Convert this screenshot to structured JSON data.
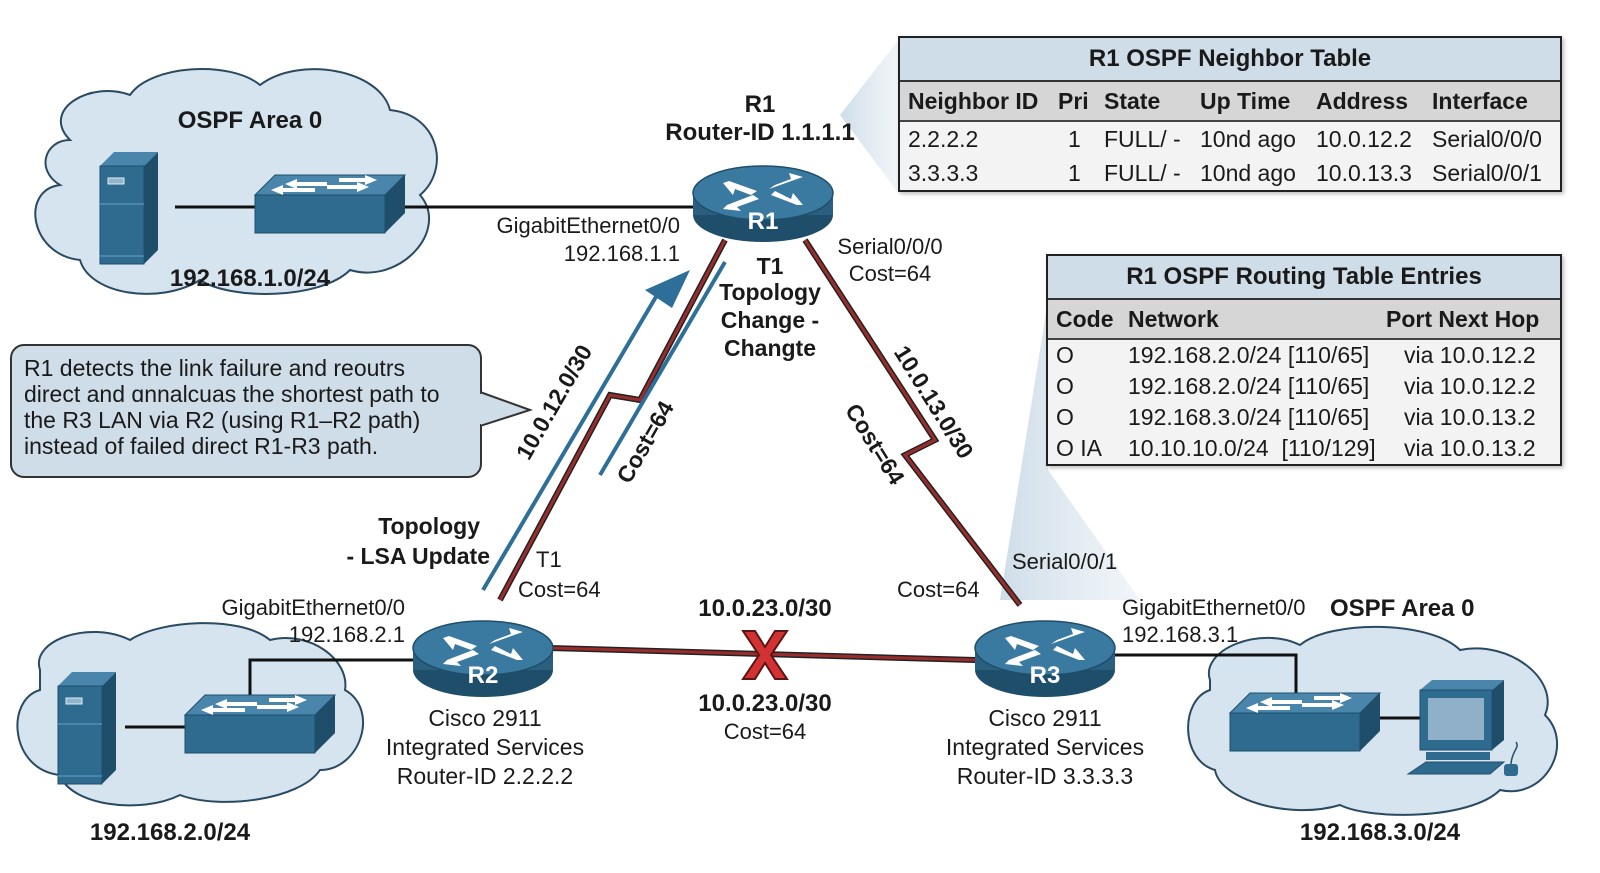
{
  "colors": {
    "device_blue": "#2e6b8f",
    "device_dark": "#1f4e6b",
    "cloud_fill": "#d5e4ee",
    "link_red": "#8b2a2a",
    "lsa_blue": "#2e6f9a",
    "fail_x": "#d33232",
    "table_title_bg": "#cfdde8",
    "table_header_bg": "#d6d6d6"
  },
  "routers": {
    "r1": {
      "icon_label": "R1",
      "name": "R1",
      "router_id": "Router-ID 1.1.1.1"
    },
    "r2": {
      "icon_label": "R2",
      "model": "Cisco 2911",
      "type": "Integrated Services",
      "router_id": "Router-ID 2.2.2.2"
    },
    "r3": {
      "icon_label": "R3",
      "model": "Cisco 2911",
      "type": "Integrated Services",
      "router_id": "Router-ID 3.3.3.3"
    }
  },
  "lans": {
    "lan1": {
      "area": "OSPF Area 0",
      "network": "192.168.1.0/24",
      "interface": "GigabitEthernet0/0",
      "ip": "192.168.1.1"
    },
    "lan2": {
      "network": "192.168.2.0/24",
      "interface": "GigabitEthernet0/0",
      "ip": "192.168.2.1"
    },
    "lan3": {
      "area": "OSPF Area 0",
      "network": "192.168.3.0/24",
      "interface": "GigabitEthernet0/0",
      "ip": "192.168.3.1"
    }
  },
  "links": {
    "r1_r2": {
      "network": "10.0.12.0/30",
      "cost": "Cost=64",
      "r2_side_t1": "T1",
      "r2_side_cost": "Cost=64"
    },
    "r1_r3": {
      "network": "10.0.13.0/30",
      "cost": "Cost=64",
      "r1_interface": "Serial0/0/0",
      "r1_cost": "Cost=64",
      "r3_interface": "Serial0/0/1",
      "r3_cost": "Cost=64"
    },
    "r2_r3": {
      "network_top": "10.0.23.0/30",
      "network_bottom": "10.0.23.0/30",
      "cost": "Cost=64",
      "status": "failed"
    }
  },
  "annotations": {
    "topology_change": [
      "T1",
      "Topology",
      "Change -",
      "Changte"
    ],
    "lsa_update": [
      "Topology",
      "- LSA Update"
    ],
    "callout": [
      "R1 detects the link failure and reoutrs",
      "direct and ɑnnalcuas the shortest path to",
      "the R3 LAN via R2 (using R1–R2 path)",
      "instead of failed direct R1-R3 path."
    ]
  },
  "neighbor_table": {
    "title": "R1 OSPF Neighbor Table",
    "columns": [
      "Neighbor ID",
      "Pri",
      "State",
      "Up Time",
      "Address",
      "Interface"
    ],
    "rows": [
      [
        "2.2.2.2",
        "1",
        "FULL/ -",
        "10nd ago",
        "10.0.12.2",
        "Serial0/0/0"
      ],
      [
        "3.3.3.3",
        "1",
        "FULL/ -",
        "10nd ago",
        "10.0.13.3",
        "Serial0/0/1"
      ]
    ]
  },
  "routing_table": {
    "title": "R1 OSPF Routing Table Entries",
    "columns": [
      "Code",
      "Network",
      "Port Next Hop"
    ],
    "rows": [
      [
        "O",
        "192.168.2.0/24 [110/65]",
        "via 10.0.12.2"
      ],
      [
        "O",
        "192.168.2.0/24 [110/65]",
        "via 10.0.12.2"
      ],
      [
        "O",
        "192.168.3.0/24 [110/65]",
        "via 10.0.13.2"
      ],
      [
        "O IA",
        "10.10.10.0/24  [110/129]",
        "via 10.0.13.2"
      ]
    ]
  }
}
